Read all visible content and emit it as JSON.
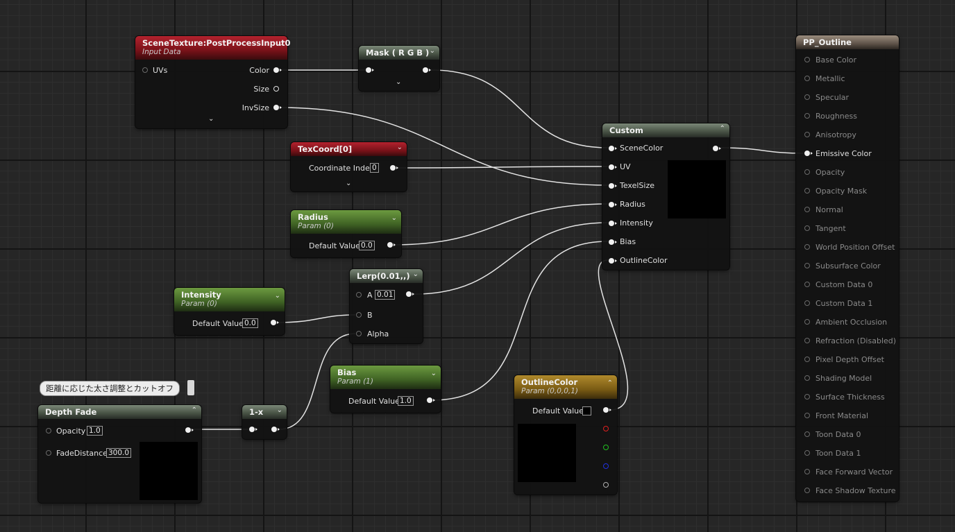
{
  "nodes": {
    "scene_texture": {
      "title": "SceneTexture:PostProcessInput0",
      "subtitle": "Input Data",
      "pin_uvs": "UVs",
      "pin_color": "Color",
      "pin_size": "Size",
      "pin_invsize": "InvSize"
    },
    "mask": {
      "title": "Mask ( R G B )"
    },
    "texcoord": {
      "title": "TexCoord[0]",
      "pin_label": "Coordinate Index",
      "value": "0"
    },
    "radius": {
      "title": "Radius",
      "subtitle": "Param (0)",
      "pin_label": "Default Value",
      "value": "0.0"
    },
    "intensity": {
      "title": "Intensity",
      "subtitle": "Param (0)",
      "pin_label": "Default Value",
      "value": "0.0"
    },
    "lerp": {
      "title": "Lerp(0.01,,)",
      "pin_a": "A",
      "value_a": "0.01",
      "pin_b": "B",
      "pin_alpha": "Alpha"
    },
    "bias": {
      "title": "Bias",
      "subtitle": "Param (1)",
      "pin_label": "Default Value",
      "value": "1.0"
    },
    "depth_fade": {
      "title": "Depth Fade",
      "pin_opacity": "Opacity",
      "value_opacity": "1.0",
      "pin_fade": "FadeDistance",
      "value_fade": "300.0"
    },
    "one_minus_x": {
      "title": "1-x"
    },
    "outline_color": {
      "title": "OutlineColor",
      "subtitle": "Param (0,0,0,1)",
      "pin_label": "Default Value"
    },
    "custom": {
      "title": "Custom",
      "pins": [
        "SceneColor",
        "UV",
        "TexelSize",
        "Radius",
        "Intensity",
        "Bias",
        "OutlineColor"
      ]
    },
    "pp_outline": {
      "title": "PP_Outline",
      "pins": [
        "Base Color",
        "Metallic",
        "Specular",
        "Roughness",
        "Anisotropy",
        "Emissive Color",
        "Opacity",
        "Opacity Mask",
        "Normal",
        "Tangent",
        "World Position Offset",
        "Subsurface Color",
        "Custom Data 0",
        "Custom Data 1",
        "Ambient Occlusion",
        "Refraction (Disabled)",
        "Pixel Depth Offset",
        "Shading Model",
        "Surface Thickness",
        "Front Material",
        "Toon Data 0",
        "Toon Data 1",
        "Face Forward Vector",
        "Face Shadow Texture"
      ],
      "active_pin": "Emissive Color"
    }
  },
  "comment": {
    "text": "距離に応じた太さ調整とカットオフ"
  },
  "colors": {
    "wire": "#e8e8e8",
    "red_header": "#b3222e",
    "green_header": "#6c9a40",
    "grey_header": "#7b8878",
    "gold_header": "#b08a2c"
  }
}
